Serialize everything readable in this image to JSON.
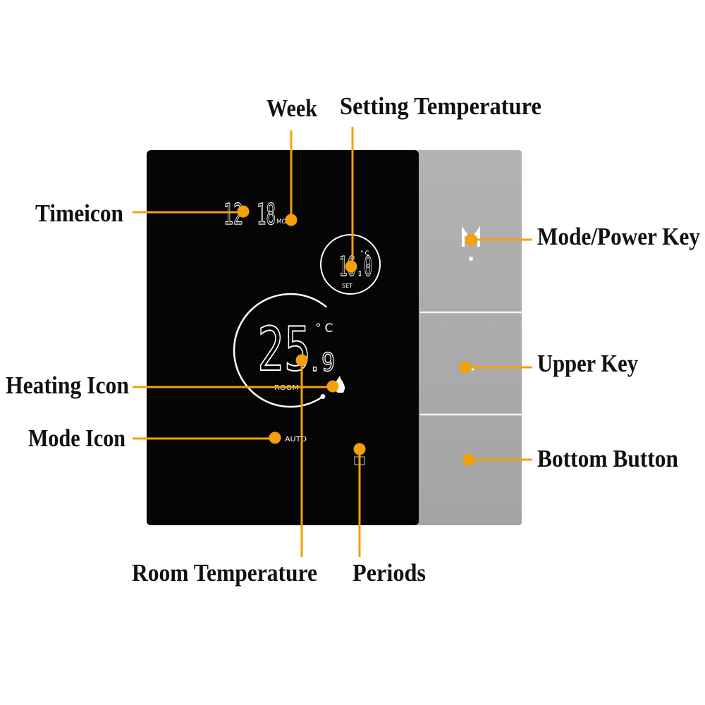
{
  "labels": {
    "week": "Week",
    "setting_temperature": "Setting Temperature",
    "timeicon": "Timeicon",
    "mode_power_key": "Mode/Power Key",
    "heating_icon": "Heating Icon",
    "upper_key": "Upper Key",
    "mode_icon": "Mode Icon",
    "bottom_button": "Bottom Button",
    "room_temperature": "Room Temperature",
    "periods": "Periods"
  },
  "display": {
    "time_hours": "12",
    "time_minutes": "18",
    "weekday": "MO",
    "set_temperature": "16.0",
    "set_unit": "°C",
    "set_label": "SET",
    "room_temperature_integer": "25",
    "room_temperature_decimal": ".9",
    "room_unit": "°C",
    "room_label": "ROOM",
    "mode": "AUTO"
  },
  "icons": {
    "mode_power_key": "mode-power-icon",
    "upper_key": "up-chevron-icon",
    "heating": "flame-icon",
    "periods": "periods-icon"
  },
  "colors": {
    "callout": "#f4a00b",
    "screen": "#050505",
    "key_panel": "#aaaaaa",
    "lcd": "#ffffff"
  }
}
